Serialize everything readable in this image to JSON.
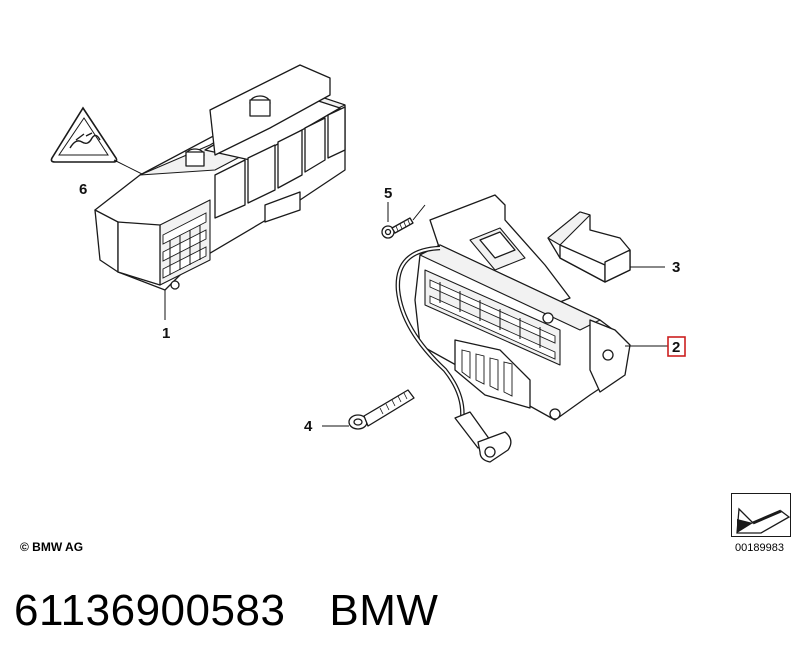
{
  "callouts": [
    {
      "id": "1",
      "label": "1"
    },
    {
      "id": "2",
      "label": "2",
      "highlighted": true
    },
    {
      "id": "3",
      "label": "3"
    },
    {
      "id": "4",
      "label": "4"
    },
    {
      "id": "5",
      "label": "5"
    },
    {
      "id": "6",
      "label": "6"
    }
  ],
  "copyright": "© BMW AG",
  "reference_number": "00189983",
  "footer": {
    "part_number": "61136900583",
    "brand": "BMW"
  },
  "colors": {
    "highlight_border": "#cc1f1f",
    "line": "#1a1a1a"
  },
  "icons": [
    "warning-triangle-icon",
    "arrow-reference-icon"
  ]
}
